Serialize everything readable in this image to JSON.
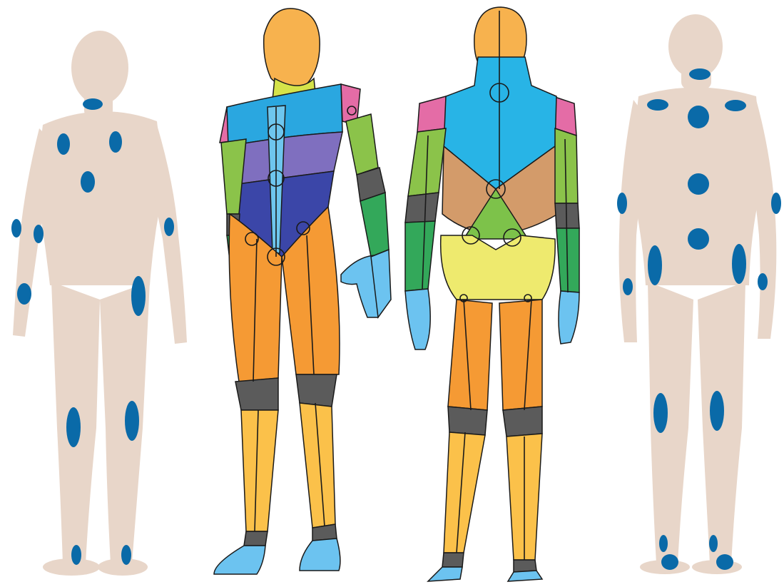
{
  "figures": [
    {
      "id": "front-sensor-figure",
      "view": "front",
      "style": "sensor-placement"
    },
    {
      "id": "front-segmented-figure",
      "view": "front",
      "style": "segmented-suit"
    },
    {
      "id": "back-segmented-figure",
      "view": "back",
      "style": "segmented-suit"
    },
    {
      "id": "back-sensor-figure",
      "view": "back",
      "style": "sensor-placement"
    }
  ],
  "colors": {
    "skin": "#e8d6c9",
    "sensor": "#0a6aa8",
    "head": "#f7b24e",
    "neck_front": "#d5e34a",
    "chest_upper": "#2aa7e0",
    "chest_mid": "#7f6fbf",
    "abdomen": "#3b46a8",
    "sternum_strip": "#6ec6ee",
    "shoulder_cap": "#e46ca6",
    "upper_arm": "#8bc34a",
    "elbow_forearm_band": "#5b5b5b",
    "forearm": "#33a85a",
    "hand_foot": "#6cc3f0",
    "thigh": "#f59a34",
    "knee": "#5b5b5b",
    "shin": "#fbc14a",
    "upper_back": "#28b4e6",
    "mid_back": "#d39b6a",
    "lumbar_triangle": "#7dc24a",
    "buttocks": "#eeea6e",
    "seam": "#1a1a1a"
  }
}
